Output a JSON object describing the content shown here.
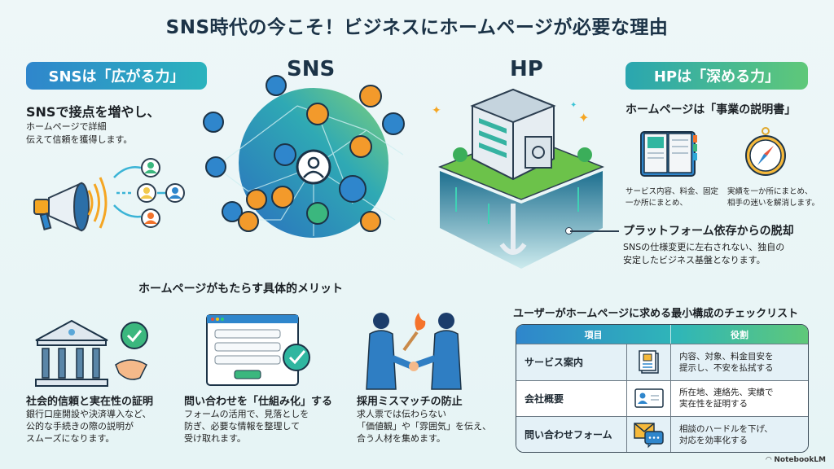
{
  "title": "SNS時代の今こそ！ビジネスにホームページが必要な理由",
  "sns": {
    "pill": "SNSは「広がる力」",
    "label": "SNS",
    "heading": "SNSで接点を増やし、",
    "desc_lines": [
      "ホームページで詳細",
      "伝えて信頼を獲得します。"
    ]
  },
  "hp": {
    "pill": "HPは「深める力」",
    "label": "HP",
    "heading": "ホームページは「事業の説明書」",
    "book_caption": [
      "サービス内容、料金、固定",
      "一か所にまとめ、"
    ],
    "compass_caption": [
      "実績を一か所にまとめ、",
      "相手の迷いを解消します。"
    ],
    "platform_heading": "プラットフォーム依存からの脱却",
    "platform_desc": [
      "SNSの仕様変更に左右されない、独自の",
      "安定したビジネス基盤となります。"
    ]
  },
  "merits": {
    "title": "ホームページがもたらす具体的メリット",
    "items": [
      {
        "heading": "社会的信頼と実在性の証明",
        "lines": [
          "銀行口座開設や決済導入など、",
          "公的な手続きの際の説明が",
          "スムーズになります。"
        ],
        "icon": "bank-handshake-icon"
      },
      {
        "heading": "問い合わせを「仕組み化」する",
        "lines": [
          "フォームの活用で、見落としを",
          "防ぎ、必要な情報を整理して",
          "受け取れます。"
        ],
        "icon": "form-check-icon"
      },
      {
        "heading": "採用ミスマッチの防止",
        "lines": [
          "求人票では伝わらない",
          "「価値観」や「雰囲気」を伝え、",
          "合う人材を集めます。"
        ],
        "icon": "handshake-people-icon"
      }
    ]
  },
  "checklist": {
    "title": "ユーザーがホームページに求める最小構成のチェックリスト",
    "headers": [
      "項目",
      "役割"
    ],
    "rows": [
      {
        "item": "サービス案内",
        "icon": "document-box-icon",
        "role": [
          "内容、対象、料金目安を",
          "提示し、不安を払拭する"
        ]
      },
      {
        "item": "会社概要",
        "icon": "id-card-icon",
        "role": [
          "所在地、連絡先、実績で",
          "実在性を証明する"
        ]
      },
      {
        "item": "問い合わせフォーム",
        "icon": "mail-chat-icon",
        "role": [
          "相談のハードルを下げ、",
          "対応を効率化する"
        ]
      }
    ]
  },
  "brand": "NotebookLM",
  "colors": {
    "blue": "#2f86cc",
    "teal": "#2bb3bd",
    "green": "#5fc879",
    "orange": "#f39a2b",
    "navy": "#1c3347"
  }
}
